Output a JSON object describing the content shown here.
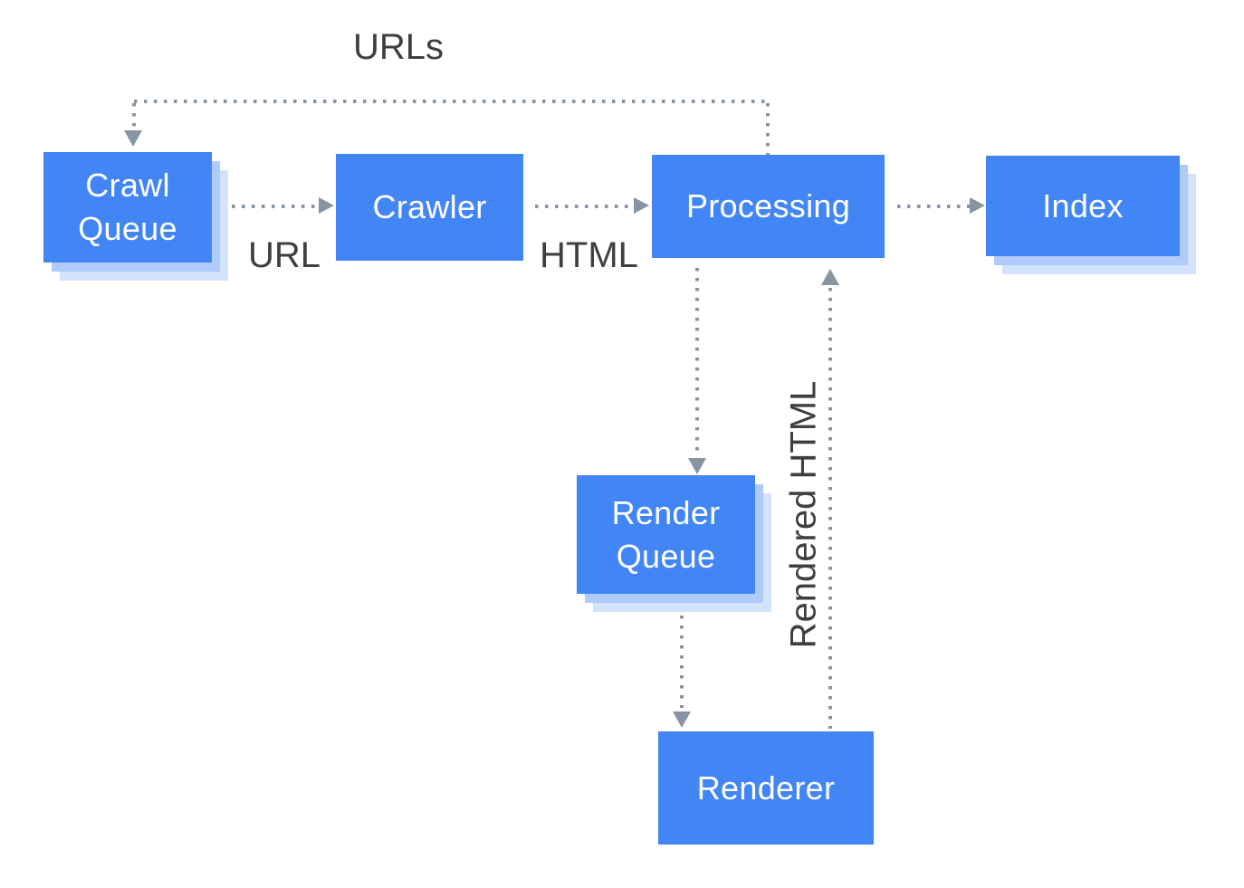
{
  "diagram": {
    "description": "Googlebot crawl-render-index pipeline flow diagram",
    "nodes": [
      {
        "id": "crawl-queue",
        "label": "Crawl Queue",
        "shadow": true
      },
      {
        "id": "crawler",
        "label": "Crawler",
        "shadow": false
      },
      {
        "id": "processing",
        "label": "Processing",
        "shadow": false
      },
      {
        "id": "index",
        "label": "Index",
        "shadow": true
      },
      {
        "id": "render-queue",
        "label": "Render Queue",
        "shadow": true
      },
      {
        "id": "renderer",
        "label": "Renderer",
        "shadow": false
      }
    ],
    "edges": [
      {
        "from": "processing",
        "to": "crawl-queue",
        "label": "URLs",
        "style": "dotted"
      },
      {
        "from": "crawl-queue",
        "to": "crawler",
        "label": "URL",
        "style": "dotted"
      },
      {
        "from": "crawler",
        "to": "processing",
        "label": "HTML",
        "style": "dotted"
      },
      {
        "from": "processing",
        "to": "index",
        "label": "",
        "style": "dotted"
      },
      {
        "from": "processing",
        "to": "render-queue",
        "label": "",
        "style": "dotted"
      },
      {
        "from": "render-queue",
        "to": "renderer",
        "label": "",
        "style": "dotted"
      },
      {
        "from": "renderer",
        "to": "processing",
        "label": "Rendered HTML",
        "style": "dotted"
      }
    ],
    "edge_labels": {
      "urls": "URLs",
      "url": "URL",
      "html": "HTML",
      "rendered_html": "Rendered HTML"
    },
    "colors": {
      "node_fill": "#4285F4",
      "node_text": "#FFFFFF",
      "shadow_inner": "#AECBFA",
      "shadow_outer": "#D2E3FC",
      "connector": "#8795A3",
      "label_text": "#3C4043",
      "background": "#FFFFFF"
    }
  }
}
